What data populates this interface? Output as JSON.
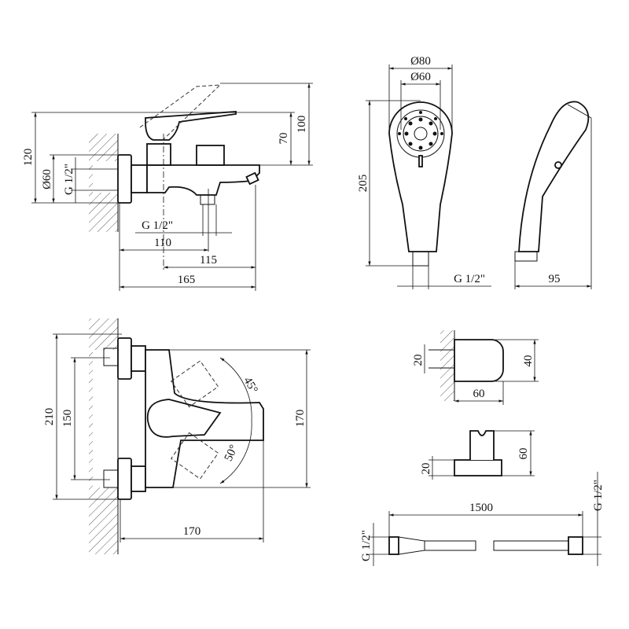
{
  "faucet_side": {
    "d120": "120",
    "d60": "Ø60",
    "g_wall": "G 1/2\"",
    "d100": "100",
    "d70": "70",
    "g_outlet": "G 1/2\"",
    "d110": "110",
    "d115": "115",
    "d165": "165"
  },
  "shower_head": {
    "d80": "Ø80",
    "d60": "Ø60",
    "d205": "205",
    "g": "G 1/2\"",
    "d95": "95"
  },
  "faucet_top": {
    "d210": "210",
    "d150": "150",
    "a45": "45°",
    "a50": "50°",
    "d170v": "170",
    "d170h": "170"
  },
  "wall_holder": {
    "d20": "20",
    "d40": "40",
    "d60": "60"
  },
  "bracket": {
    "d20": "20",
    "d60": "60"
  },
  "hose": {
    "length": "1500",
    "g_left": "G 1/2\"",
    "g_right": "G 1/2\""
  }
}
